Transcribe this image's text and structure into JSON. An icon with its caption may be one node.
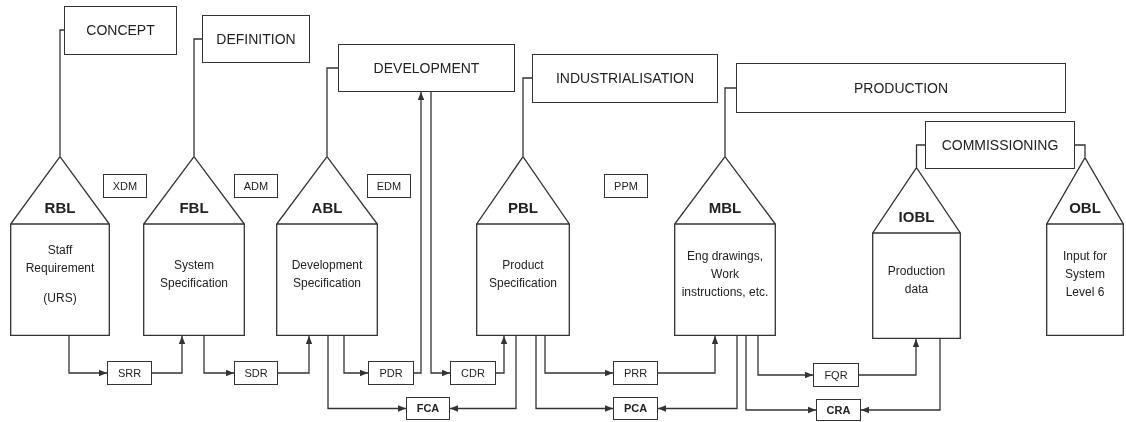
{
  "diagram": {
    "nodes": [
      {
        "text": [
          "CONCEPT"
        ]
      },
      {
        "text": [
          "DEFINITION"
        ]
      },
      {
        "text": [
          "DEVELOPMENT"
        ]
      },
      {
        "text": [
          "INDUSTRIALISATION"
        ]
      },
      {
        "text": [
          "PRODUCTION"
        ]
      },
      {
        "text": [
          "COMMISSIONING"
        ]
      },
      {
        "text": [
          "RBL",
          "Staff Requirement",
          "(URS)"
        ]
      },
      {
        "text": [
          "FBL",
          "System Specification"
        ]
      },
      {
        "text": [
          "ABL",
          "Development Specification"
        ]
      },
      {
        "text": [
          "PBL",
          "Product Specification"
        ]
      },
      {
        "text": [
          "MBL",
          "Eng drawings, Work instructions, etc."
        ]
      },
      {
        "text": [
          "IOBL",
          "Production data"
        ]
      },
      {
        "text": [
          "OBL",
          "Input for System Level 6"
        ]
      },
      {
        "text": [
          "XDM"
        ]
      },
      {
        "text": [
          "ADM"
        ]
      },
      {
        "text": [
          "EDM"
        ]
      },
      {
        "text": [
          "PPM"
        ]
      },
      {
        "text": [
          "SRR"
        ]
      },
      {
        "text": [
          "SDR"
        ]
      },
      {
        "text": [
          "PDR"
        ]
      },
      {
        "text": [
          "CDR"
        ]
      },
      {
        "text": [
          "PRR"
        ]
      },
      {
        "text": [
          "FQR"
        ]
      },
      {
        "text": [
          "FCA"
        ]
      },
      {
        "text": [
          "PCA"
        ]
      },
      {
        "text": [
          "CRA"
        ]
      }
    ],
    "edges": [
      {
        "from": 6,
        "to": 0,
        "arrow": "none"
      },
      {
        "from": 7,
        "to": 1,
        "arrow": "none"
      },
      {
        "from": 8,
        "to": 2,
        "arrow": "none"
      },
      {
        "from": 9,
        "to": 3,
        "arrow": "none"
      },
      {
        "from": 10,
        "to": 4,
        "arrow": "none"
      },
      {
        "from": 11,
        "to": 5,
        "arrow": "none"
      },
      {
        "from": 12,
        "to": 5,
        "arrow": "none"
      },
      {
        "from": 6,
        "to": 17,
        "arrow": "to"
      },
      {
        "from": 17,
        "to": 7,
        "arrow": "to"
      },
      {
        "from": 7,
        "to": 18,
        "arrow": "to"
      },
      {
        "from": 18,
        "to": 8,
        "arrow": "to"
      },
      {
        "from": 8,
        "to": 19,
        "arrow": "to"
      },
      {
        "from": 19,
        "to": 2,
        "arrow": "to"
      },
      {
        "from": 2,
        "to": 20,
        "arrow": "to"
      },
      {
        "from": 20,
        "to": 9,
        "arrow": "to"
      },
      {
        "from": 8,
        "to": 23,
        "arrow": "to"
      },
      {
        "from": 9,
        "to": 23,
        "arrow": "to"
      },
      {
        "from": 9,
        "to": 21,
        "arrow": "to"
      },
      {
        "from": 21,
        "to": 10,
        "arrow": "to"
      },
      {
        "from": 9,
        "to": 24,
        "arrow": "to"
      },
      {
        "from": 10,
        "to": 24,
        "arrow": "to"
      },
      {
        "from": 10,
        "to": 22,
        "arrow": "to"
      },
      {
        "from": 22,
        "to": 11,
        "arrow": "to"
      },
      {
        "from": 10,
        "to": 25,
        "arrow": "to"
      },
      {
        "from": 11,
        "to": 25,
        "arrow": "to"
      }
    ]
  }
}
